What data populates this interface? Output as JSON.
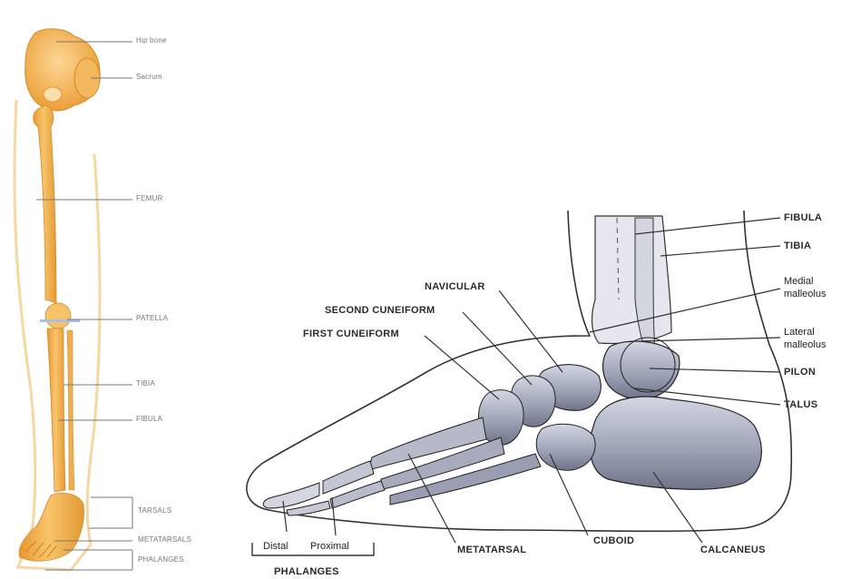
{
  "leg_labels": {
    "hip_bone": "Hip bone",
    "sacrum": "Sacrum",
    "femur": "FEMUR",
    "patella": "PATELLA",
    "tibia": "TIBIA",
    "fibula": "FIBULA",
    "tarsals": "TARSALS",
    "metatarsals": "METATARSALS",
    "phalanges": "PHALANGES"
  },
  "foot_labels": {
    "fibula": "FIBULA",
    "tibia": "TIBIA",
    "medial_malleolus_1": "Medial",
    "medial_malleolus_2": "malleolus",
    "lateral_malleolus_1": "Lateral",
    "lateral_malleolus_2": "malleolus",
    "pilon": "PILON",
    "talus": "TALUS",
    "navicular": "NAVICULAR",
    "second_cuneiform": "SECOND CUNEIFORM",
    "first_cuneiform": "FIRST CUNEIFORM",
    "cuboid": "CUBOID",
    "calcaneus": "CALCANEUS",
    "metatarsal": "METATARSAL",
    "distal": "Distal",
    "proximal": "Proximal",
    "phalanges": "PHALANGES"
  },
  "colors": {
    "bone": "#f2b24a",
    "bone_light": "#f8d28c",
    "bone_shadow": "#d98f2c",
    "foot_bone": "#8e93a8",
    "foot_bone_light": "#c9ccd8",
    "outline": "#2b2b2b",
    "leader": "#555555"
  }
}
